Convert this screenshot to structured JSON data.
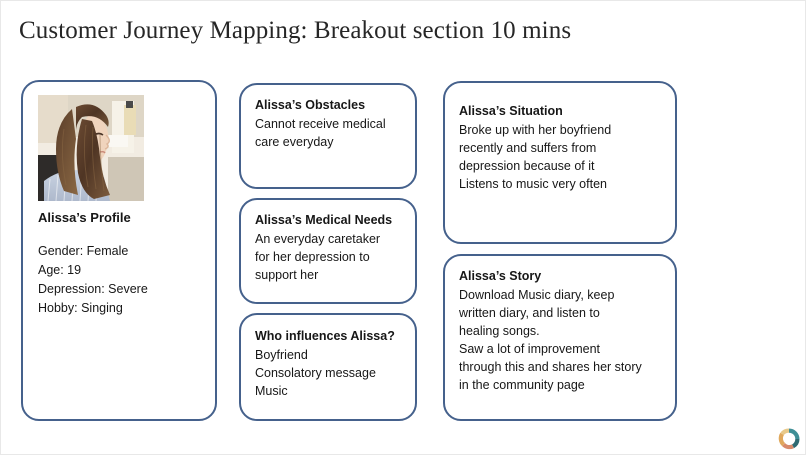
{
  "slide": {
    "title": "Customer Journey Mapping: Breakout section 10 mins",
    "accent_border_color": "#45618c",
    "title_color": "#262626",
    "background_color": "#ffffff"
  },
  "profile_card": {
    "photo_alt": "portrait-photo-of-young-woman-with-long-brown-hair",
    "heading": "Alissa’s Profile",
    "details": [
      "Gender: Female",
      "Age: 19",
      "Depression: Severe",
      "Hobby: Singing"
    ]
  },
  "obstacles_card": {
    "heading": "Alissa’s Obstacles",
    "lines": [
      "Cannot receive medical",
      "care everyday"
    ]
  },
  "medical_needs_card": {
    "heading": "Alissa’s Medical Needs",
    "lines": [
      "An everyday caretaker",
      "for her depression to",
      "support her"
    ]
  },
  "influences_card": {
    "heading": "Who influences Alissa?",
    "lines": [
      "Boyfriend",
      "Consolatory message",
      "Music"
    ]
  },
  "situation_card": {
    "heading": "Alissa’s Situation",
    "lines": [
      "Broke up with her boyfriend",
      "recently and suffers from",
      "depression because of it",
      "Listens to music very often"
    ]
  },
  "story_card": {
    "heading": "Alissa’s Story",
    "lines": [
      "Download Music diary, keep",
      "written diary, and listen to",
      "healing songs.",
      "Saw a lot of improvement",
      "through this and shares her story",
      "in the community page"
    ]
  },
  "logo": {
    "name": "ring-logo",
    "colors": [
      "#e0a85c",
      "#3f8f96",
      "#2f6a72",
      "#d88a6a",
      "#e8c98a"
    ]
  }
}
